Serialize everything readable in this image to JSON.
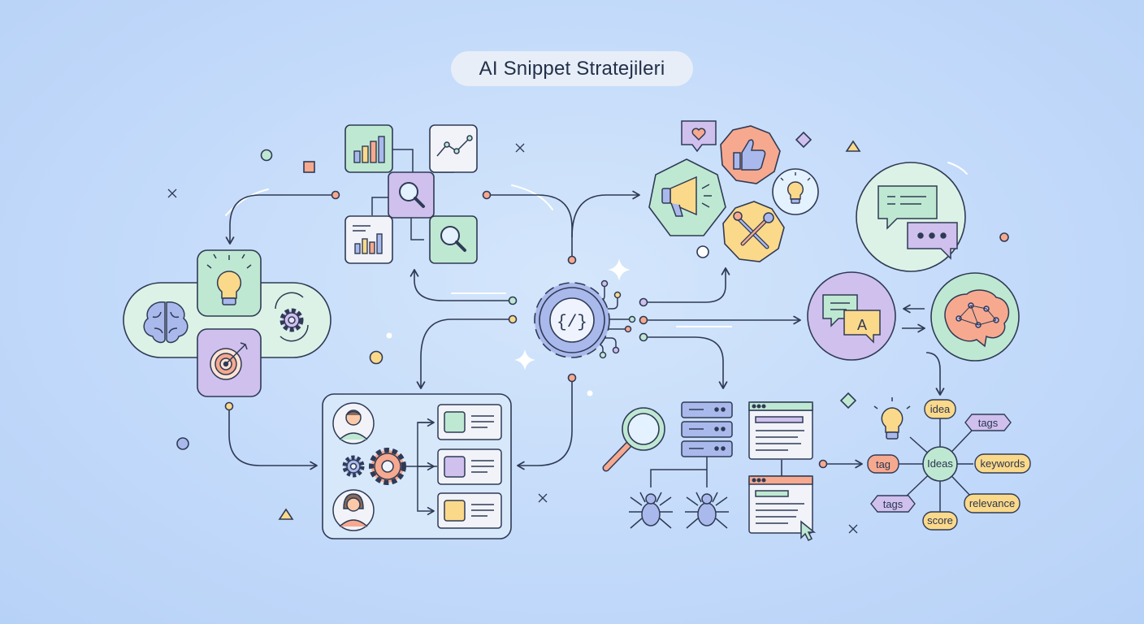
{
  "title": "AI Snippet Stratejileri",
  "code_symbol": "{/}",
  "translate_glyph": "A",
  "mindmap": {
    "center": "Ideas",
    "nodes": [
      "idea",
      "tags",
      "keywords",
      "relevance",
      "score",
      "tags",
      "tag"
    ]
  },
  "colors": {
    "background": "#c3dafa",
    "outline": "#2f3a55",
    "green": "#bfe8d2",
    "purple": "#cfc0ee",
    "orange": "#f6a98f",
    "yellow": "#fbd98a",
    "blue": "#aab9ec"
  },
  "icons": [
    "brain-icon",
    "lightbulb-icon",
    "gear-icon",
    "target-icon",
    "bar-chart-icon",
    "line-chart-icon",
    "magnifier-icon",
    "heart-icon",
    "thumbs-up-icon",
    "megaphone-icon",
    "tools-icon",
    "chat-icon",
    "translate-icon",
    "server-icon",
    "spider-icon",
    "browser-icon",
    "cursor-icon",
    "user-icon",
    "code-gear-icon"
  ]
}
